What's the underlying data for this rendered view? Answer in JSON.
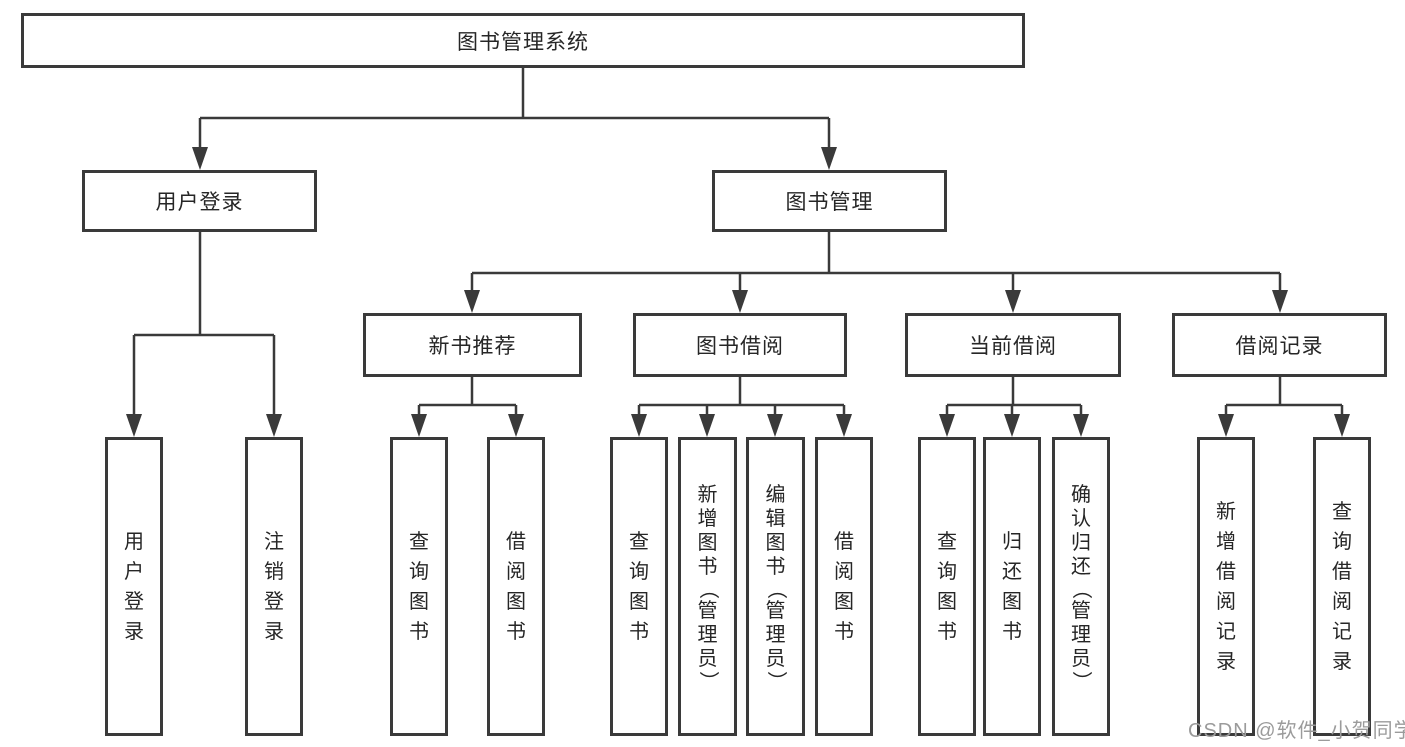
{
  "diagram": {
    "root": {
      "label": "图书管理系统"
    },
    "user_login": {
      "label": "用户登录",
      "children": {
        "login": "用户登录",
        "logout": "注销登录"
      }
    },
    "book_mgmt": {
      "label": "图书管理",
      "modules": {
        "new_book_rec": {
          "label": "新书推荐",
          "children": {
            "query_book": "查询图书",
            "borrow_book": "借阅图书"
          }
        },
        "book_borrow": {
          "label": "图书借阅",
          "children": {
            "query_book": "查询图书",
            "add_book": "新增图书（管理员）",
            "edit_book": "编辑图书（管理员）",
            "borrow_book": "借阅图书"
          }
        },
        "current_borrow": {
          "label": "当前借阅",
          "children": {
            "query_book": "查询图书",
            "return_book": "归还图书",
            "confirm_return": "确认归还（管理员）"
          }
        },
        "borrow_records": {
          "label": "借阅记录",
          "children": {
            "add_record": "新增借阅记录",
            "query_record": "查询借阅记录"
          }
        }
      }
    }
  },
  "watermark": {
    "text": "CSDN @软件_小贺同学"
  },
  "colors": {
    "line": "#3a3a3a",
    "box_border": "#3a3a3a",
    "text": "#262626",
    "watermark": "#9b9b9b",
    "background": "#ffffff"
  }
}
